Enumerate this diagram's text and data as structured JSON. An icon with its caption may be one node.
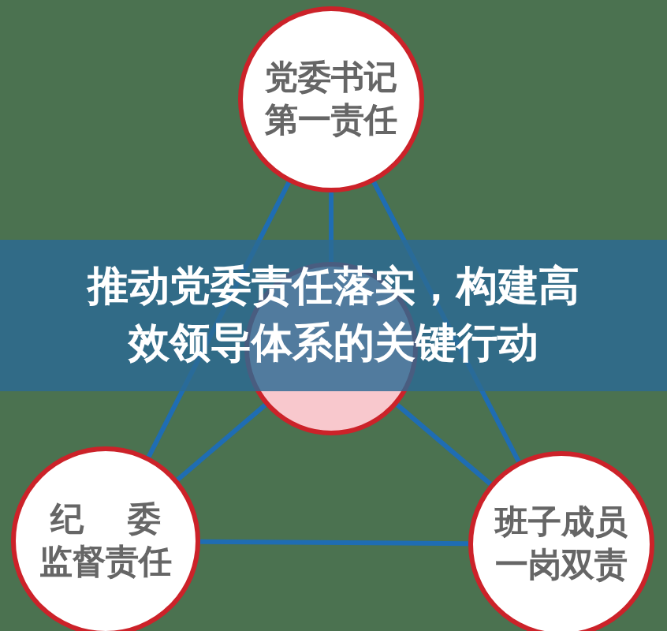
{
  "diagram": {
    "title": "推动党委责任落实，构建高效领导体系的关键行动",
    "nodes": [
      {
        "text": [
          "党委书记第一责任"
        ]
      },
      {
        "text": [],
        "shape": "circle"
      },
      {
        "text": [
          "纪 委监督责任"
        ]
      },
      {
        "text": [
          "班子成员一岗双责"
        ]
      }
    ],
    "edges": [
      {
        "from": 0,
        "to": 2,
        "arrow": "none"
      },
      {
        "from": 0,
        "to": 3,
        "arrow": "none"
      },
      {
        "from": 2,
        "to": 3,
        "arrow": "none"
      },
      {
        "from": 1,
        "to": 0,
        "arrow": "none"
      },
      {
        "from": 1,
        "to": 2,
        "arrow": "none"
      },
      {
        "from": 1,
        "to": 3,
        "arrow": "none"
      }
    ]
  }
}
